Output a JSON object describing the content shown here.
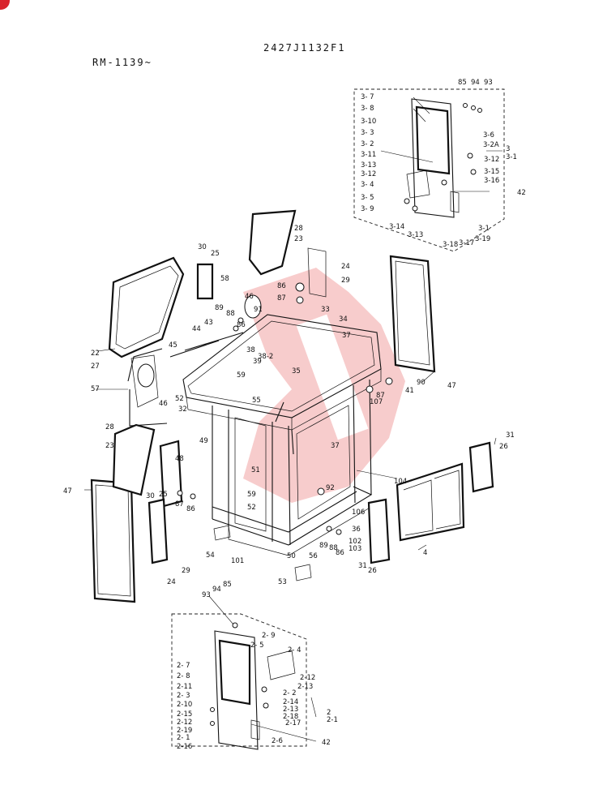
{
  "header": {
    "drawing_number": "2427J1132F1",
    "serial_range": "RM-1139~"
  },
  "colors": {
    "watermark": "#f2a3a3",
    "corner_badge": "#d9242c",
    "ink": "#111111"
  },
  "labels": {
    "top_door": [
      "85",
      "94",
      "93",
      "3- 7",
      "3- 8",
      "3-10",
      "3- 3",
      "3- 2",
      "3-11",
      "3-13",
      "3-12",
      "3- 4",
      "3- 5",
      "3- 9",
      "3-14",
      "3-13",
      "3-18",
      "3-17",
      "3-19",
      "3-1",
      "3-6",
      "3-2A",
      "3-12",
      "3-15",
      "3-16",
      "3",
      "3-1",
      "42"
    ],
    "main": [
      "28",
      "23",
      "24",
      "29",
      "30",
      "25",
      "58",
      "46",
      "89",
      "88",
      "86",
      "91",
      "86",
      "87",
      "33",
      "34",
      "37",
      "22",
      "27",
      "44",
      "43",
      "39",
      "38",
      "38-2",
      "45",
      "59",
      "52",
      "32",
      "35",
      "55",
      "57",
      "46",
      "90",
      "41",
      "87",
      "107",
      "47",
      "28",
      "23",
      "49",
      "48",
      "51",
      "59",
      "52",
      "37",
      "92",
      "104",
      "106",
      "36",
      "31",
      "26",
      "30",
      "25",
      "87",
      "86",
      "47",
      "24",
      "29",
      "54",
      "101",
      "50",
      "56",
      "89",
      "88",
      "86",
      "102",
      "103",
      "31",
      "26",
      "4",
      "53"
    ],
    "bottom_door": [
      "93",
      "94",
      "85",
      "2- 9",
      "2- 5",
      "2- 4",
      "2- 7",
      "2- 8",
      "2-11",
      "2- 3",
      "2-10",
      "2-15",
      "2-12",
      "2-19",
      "2- 1",
      "2-16",
      "2-12",
      "2-13",
      "2- 2",
      "2-14",
      "2-13",
      "2-18",
      "2-17",
      "2-6",
      "2",
      "2-1",
      "42"
    ]
  }
}
